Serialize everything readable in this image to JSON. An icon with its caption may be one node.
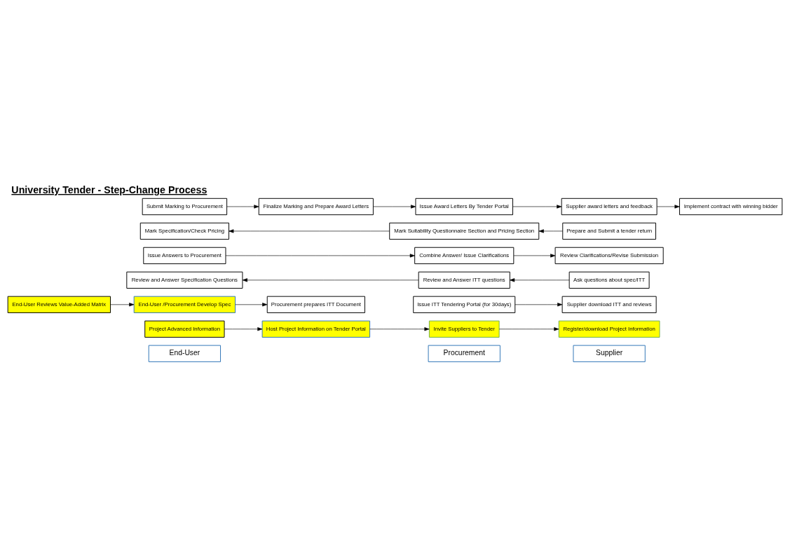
{
  "diagram": {
    "title": "University Tender - Step-Change Process",
    "nodes": [
      {
        "text": [
          "End-User"
        ]
      },
      {
        "text": [
          "Procurement"
        ]
      },
      {
        "text": [
          "Supplier"
        ]
      },
      {
        "text": [
          "Project Advanced Information"
        ]
      },
      {
        "text": [
          "Host Project Information on Tender Portal"
        ]
      },
      {
        "text": [
          "Invite Suppliers to Tender"
        ]
      },
      {
        "text": [
          "Register/download Project Information"
        ]
      },
      {
        "text": [
          "End-User Reviews Value-Added Matrix"
        ]
      },
      {
        "text": [
          "End-User /Procurement Develop Spec"
        ]
      },
      {
        "text": [
          "Procurement prepares ITT Document"
        ]
      },
      {
        "text": [
          "Issue ITT Tendering Portal (for 30days)"
        ]
      },
      {
        "text": [
          "Supplier download ITT and reviews"
        ]
      },
      {
        "text": [
          "Review and Answer Specification Questions"
        ]
      },
      {
        "text": [
          "Review and Answer ITT questions"
        ]
      },
      {
        "text": [
          "Ask questions about spec/ITT"
        ]
      },
      {
        "text": [
          "Issue Answers to Procurement"
        ]
      },
      {
        "text": [
          "Combine Answer/ Issue Clarifications"
        ]
      },
      {
        "text": [
          "Review Clarifications/Revise Submission"
        ]
      },
      {
        "text": [
          "Mark Specification/Check Pricing"
        ]
      },
      {
        "text": [
          "Mark Suitability Questionnaire Section and Pricing Section"
        ]
      },
      {
        "text": [
          "Prepare and Submit a tender return"
        ]
      },
      {
        "text": [
          "Submit Marking to Procurement"
        ]
      },
      {
        "text": [
          "Finalize Marking and Prepare Award Letters"
        ]
      },
      {
        "text": [
          "Issue Award Letters By Tender Portal"
        ]
      },
      {
        "text": [
          "Supplier award letters and feedback"
        ]
      },
      {
        "text": [
          "Implement contract with winning bidder"
        ]
      }
    ],
    "edges": [
      {
        "from": 3,
        "to": 4,
        "arrow": "to"
      },
      {
        "from": 4,
        "to": 5,
        "arrow": "to"
      },
      {
        "from": 5,
        "to": 6,
        "arrow": "to"
      },
      {
        "from": 7,
        "to": 8,
        "arrow": "to"
      },
      {
        "from": 8,
        "to": 9,
        "arrow": "to"
      },
      {
        "from": 10,
        "to": 11,
        "arrow": "to"
      },
      {
        "from": 14,
        "to": 13,
        "arrow": "to"
      },
      {
        "from": 13,
        "to": 12,
        "arrow": "to"
      },
      {
        "from": 15,
        "to": 16,
        "arrow": "to"
      },
      {
        "from": 16,
        "to": 17,
        "arrow": "to"
      },
      {
        "from": 20,
        "to": 19,
        "arrow": "to"
      },
      {
        "from": 19,
        "to": 18,
        "arrow": "to"
      },
      {
        "from": 21,
        "to": 22,
        "arrow": "to"
      },
      {
        "from": 22,
        "to": 23,
        "arrow": "to"
      },
      {
        "from": 23,
        "to": 24,
        "arrow": "to"
      },
      {
        "from": 24,
        "to": 25,
        "arrow": "to"
      }
    ]
  }
}
